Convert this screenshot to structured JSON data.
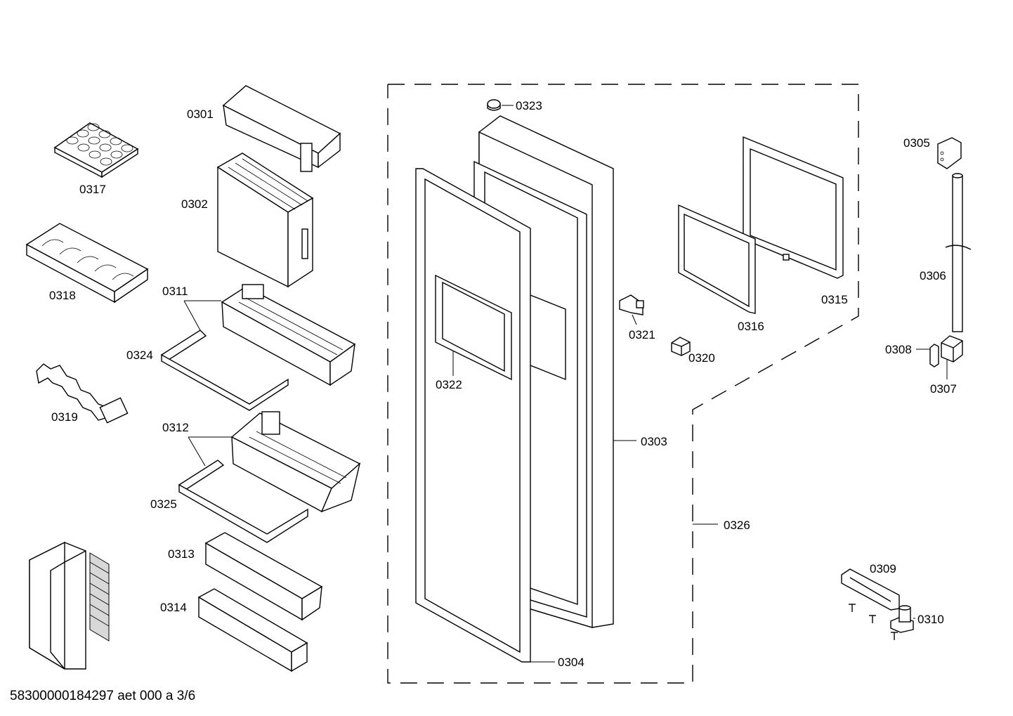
{
  "parts": [
    {
      "id": "p0301",
      "label": "0301"
    },
    {
      "id": "p0302",
      "label": "0302"
    },
    {
      "id": "p0303",
      "label": "0303"
    },
    {
      "id": "p0304",
      "label": "0304"
    },
    {
      "id": "p0305",
      "label": "0305"
    },
    {
      "id": "p0306",
      "label": "0306"
    },
    {
      "id": "p0307",
      "label": "0307"
    },
    {
      "id": "p0308",
      "label": "0308"
    },
    {
      "id": "p0309",
      "label": "0309"
    },
    {
      "id": "p0310",
      "label": "0310"
    },
    {
      "id": "p0311",
      "label": "0311"
    },
    {
      "id": "p0312",
      "label": "0312"
    },
    {
      "id": "p0313",
      "label": "0313"
    },
    {
      "id": "p0314",
      "label": "0314"
    },
    {
      "id": "p0315",
      "label": "0315"
    },
    {
      "id": "p0316",
      "label": "0316"
    },
    {
      "id": "p0317",
      "label": "0317"
    },
    {
      "id": "p0318",
      "label": "0318"
    },
    {
      "id": "p0319",
      "label": "0319"
    },
    {
      "id": "p0320",
      "label": "0320"
    },
    {
      "id": "p0321",
      "label": "0321"
    },
    {
      "id": "p0322",
      "label": "0322"
    },
    {
      "id": "p0323",
      "label": "0323"
    },
    {
      "id": "p0324",
      "label": "0324"
    },
    {
      "id": "p0325",
      "label": "0325"
    },
    {
      "id": "p0326",
      "label": "0326"
    }
  ],
  "footer": {
    "text": "58300000184297 aet 000 a 3/6"
  }
}
